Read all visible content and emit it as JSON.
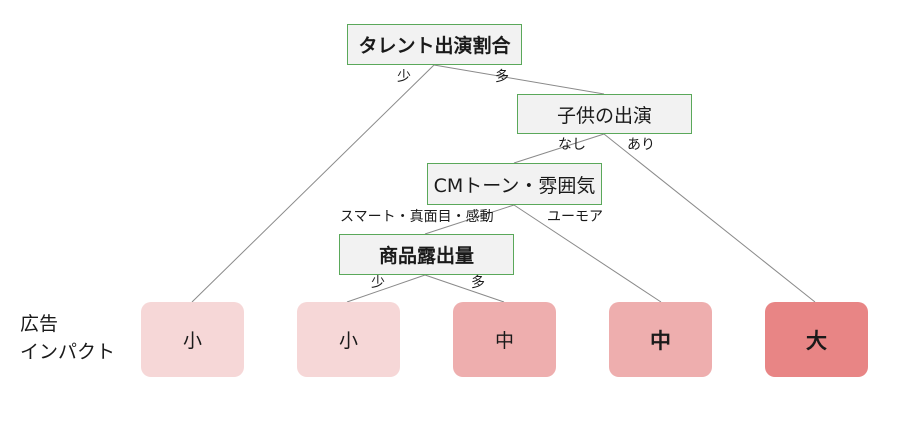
{
  "nodes": {
    "root": "タレント出演割合",
    "child": "子供の出演",
    "cm": "CMトーン・雰囲気",
    "product": "商品露出量"
  },
  "edge_labels": {
    "root_left": "少",
    "root_right": "多",
    "child_left": "なし",
    "child_right": "あり",
    "cm_left": "スマート・真面目・感動",
    "cm_right": "ユーモア",
    "product_left": "少",
    "product_right": "多"
  },
  "side_label": {
    "line1": "広告",
    "line2": "インパクト"
  },
  "leaves": [
    {
      "label": "小",
      "color": "#f6d7d7"
    },
    {
      "label": "小",
      "color": "#f6d7d7"
    },
    {
      "label": "中",
      "color": "#eeaeae"
    },
    {
      "label": "中",
      "color": "#eeaeae"
    },
    {
      "label": "大",
      "color": "#e88585"
    }
  ],
  "colors": {
    "node_fill": "#f2f2f2",
    "node_border": "#5aa85a",
    "edge_line": "#8a8a8a"
  }
}
